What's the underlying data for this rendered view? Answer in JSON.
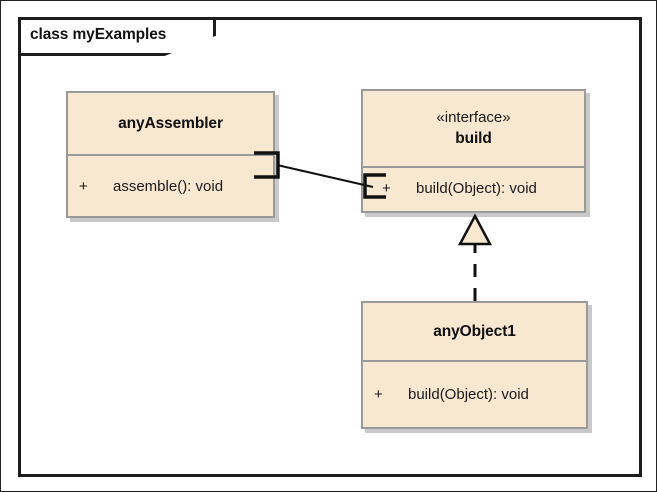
{
  "diagram": {
    "frame": {
      "keyword": "class",
      "name": "myExamples",
      "label": "class myExamples"
    },
    "palette": {
      "box_fill": "#f8e7d1",
      "box_border": "#9a9a9a",
      "box_shadow": "#c9c9c9",
      "frame_border": "#1d1d1d",
      "canvas_border": "#222222",
      "text": "#1a1a1a",
      "connector": "#111111"
    },
    "classes": [
      {
        "id": "anyAssembler",
        "stereotype": "",
        "name": "anyAssembler",
        "members": [
          {
            "visibility": "+",
            "signature": "assemble(): void"
          }
        ]
      },
      {
        "id": "build",
        "stereotype": "«interface»",
        "name": "build",
        "members": [
          {
            "visibility": "+",
            "signature": "build(Object): void"
          }
        ]
      },
      {
        "id": "anyObject1",
        "stereotype": "",
        "name": "anyObject1",
        "members": [
          {
            "visibility": "+",
            "signature": "build(Object): void"
          }
        ]
      }
    ],
    "relationships": [
      {
        "id": "assembly-usage",
        "type": "assembly-connector",
        "source": "anyAssembler",
        "target": "build",
        "line_style": "solid",
        "source_marker": "provided-port-square",
        "target_marker": "required-socket-bracket"
      },
      {
        "id": "realization",
        "type": "realization",
        "source": "anyObject1",
        "target": "build",
        "line_style": "dashed",
        "target_marker": "hollow-triangle"
      }
    ]
  }
}
